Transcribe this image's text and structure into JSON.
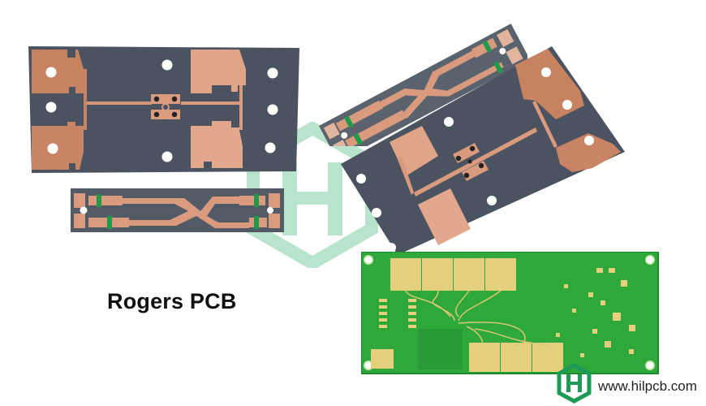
{
  "image": {
    "caption": "Rogers PCB",
    "website": "www.hilpcb.com",
    "watermark_letter": "H"
  },
  "colors": {
    "substrate": "#4a5260",
    "copper": "#d9967a",
    "copper_dark": "#c98466",
    "soldermask_green": "#2ea83a",
    "gold_pad": "#e3cf7c",
    "green_band": "#1f9a4a",
    "watermark": "#7fcfa6",
    "logo_green": "#1e9a58"
  },
  "objects": [
    {
      "name": "rogers-board-top-left",
      "type": "gray Rogers substrate with copper pads"
    },
    {
      "name": "rogers-strip-bottom-left",
      "type": "gray coupler strip with green bands"
    },
    {
      "name": "rogers-strip-top-right",
      "type": "rotated gray coupler strip"
    },
    {
      "name": "rogers-board-right",
      "type": "rotated gray Rogers substrate with copper pads"
    },
    {
      "name": "green-pcb-bottom-right",
      "type": "green soldermask PCB with gold antenna pads"
    }
  ]
}
